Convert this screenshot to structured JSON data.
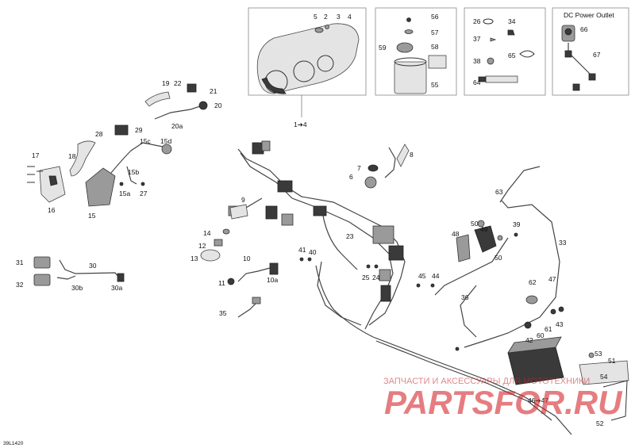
{
  "callouts": {
    "c1_4": "1➔4",
    "c2": "2",
    "c3": "3",
    "c4": "4",
    "c5": "5",
    "c6": "6",
    "c7": "7",
    "c8": "8",
    "c9": "9",
    "c10": "10",
    "c10a": "10a",
    "c11": "11",
    "c12": "12",
    "c13": "13",
    "c14": "14",
    "c15": "15",
    "c15a": "15a",
    "c15b": "15b",
    "c15c": "15c",
    "c15d": "15d",
    "c16": "16",
    "c17": "17",
    "c18": "18",
    "c19": "19",
    "c20": "20",
    "c20a": "20a",
    "c21": "21",
    "c22": "22",
    "c23": "23",
    "c24": "24",
    "c25": "25",
    "c26": "26",
    "c27": "27",
    "c28": "28",
    "c29": "29",
    "c30": "30",
    "c30a": "30a",
    "c30b": "30b",
    "c31": "31",
    "c32": "32",
    "c33": "33",
    "c34": "34",
    "c35": "35",
    "c36": "36",
    "c37": "37",
    "c38": "38",
    "c39": "39",
    "c40": "40",
    "c41": "41",
    "c42": "42",
    "c43": "43",
    "c44": "44",
    "c45": "45",
    "c46_47": "46➔47",
    "c47": "47",
    "c48": "48",
    "c49": "49",
    "c50a": "50",
    "c50b": "50",
    "c51": "51",
    "c52": "52",
    "c53": "53",
    "c54": "54",
    "c55": "55",
    "c56": "56",
    "c57": "57",
    "c58": "58",
    "c59": "59",
    "c60": "60",
    "c61": "61",
    "c62": "62",
    "c63": "63",
    "c64": "64",
    "c65": "65",
    "c66": "66",
    "c67": "67"
  },
  "dc_outlet_title": "DC Power Outlet",
  "watermark": {
    "line1": "ЗАПЧАСТИ И АКСЕССУАРЫ ДЛЯ МОТОТЕХНИКИ",
    "line2": "PARTSFOR.RU"
  },
  "figure_code": "39L1420",
  "colors": {
    "watermark_red": "#d4272c",
    "line": "#333333"
  }
}
